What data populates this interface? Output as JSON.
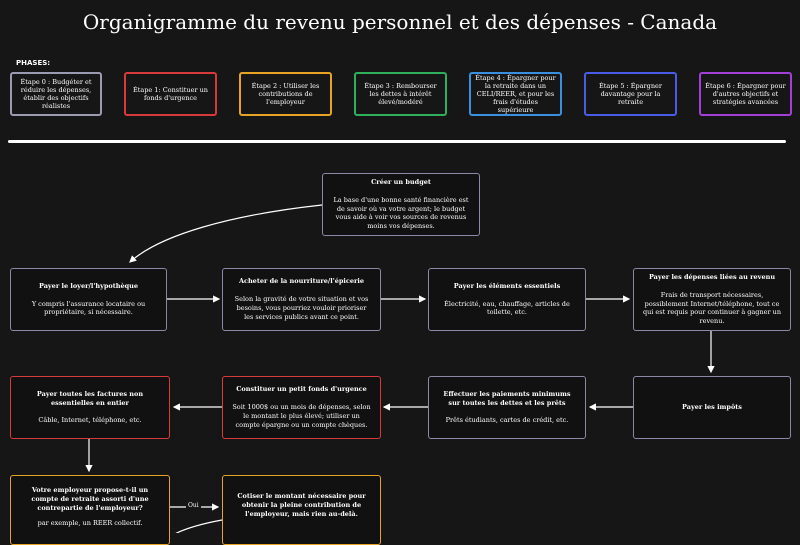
{
  "title": "Organigramme du revenu personnel et des dépenses - Canada",
  "phases_label": "PHASES:",
  "phases": [
    {
      "label": "Étape 0 : Budgéter et réduire les dépenses, établir des objectifs réalistes",
      "color": "#9a9ab0"
    },
    {
      "label": "Étape 1: Constituer un fonds d'urgence",
      "color": "#d8393a"
    },
    {
      "label": "Étape 2 : Utiliser les contributions de l'employeur",
      "color": "#e6a324"
    },
    {
      "label": "Étape 3 : Rembourser les dettes à intérêt élevé/modéré",
      "color": "#2fae5c"
    },
    {
      "label": "Étape 4 : Épargner pour la retraite dans un CELI/REER, et pour les frais d'études supérieure",
      "color": "#3a8fe0"
    },
    {
      "label": "Étape 5 : Épargner davantage pour la retraite",
      "color": "#4a5be6"
    },
    {
      "label": "Étape 6 : Épargner pour d'autres objectifs et stratégies avancées",
      "color": "#a23fd6"
    }
  ],
  "nodes": {
    "budget": {
      "title": "Créer un budget",
      "desc": "La base d'une bonne santé financière est de savoir où va votre argent; le budget vous aide à voir vos sources de revenus moins vos dépenses."
    },
    "rent": {
      "title": "Payer le loyer/l'hypothèque",
      "desc": "Y compris l'assurance locataire ou propriétaire, si nécessaire."
    },
    "food": {
      "title": "Acheter de la nourriture/l'épicerie",
      "desc": "Selon la gravité de votre situation et vos besoins, vous pourriez vouloir prioriser les services publics avant ce point."
    },
    "essentials": {
      "title": "Payer les éléments essentiels",
      "desc": "Électricité, eau, chauffage, articles de toilette, etc."
    },
    "income_expenses": {
      "title": "Payer les dépenses liées au revenu",
      "desc": "Frais de transport nécessaires, possiblement Internet/téléphone, tout ce qui est requis pour continuer à gagner un revenu."
    },
    "taxes": {
      "title": "Payer les impôts",
      "desc": ""
    },
    "min_payments": {
      "title": "Effectuer les paiements minimums sur toutes les dettes et les prêts",
      "desc": "Prêts étudiants, cartes de crédit, etc."
    },
    "emergency": {
      "title": "Constituer un petit fonds d'urgence",
      "desc": "Soit 1000$ ou un mois de dépenses, selon le montant le plus élevé; utiliser un compte épargne ou un compte chèques."
    },
    "nonessential": {
      "title": "Payer toutes les factures non essentielles en entier",
      "desc": "Câble, Internet, téléphone, etc."
    },
    "employer_q": {
      "title": "Votre employeur propose-t-il un compte de retraite assorti d'une contrepartie de l'employeur?",
      "desc": "par exemple, un REER collectif."
    },
    "contribute": {
      "title": "Cotiser le montant nécessaire pour obtenir la pleine contribution de l'employeur, mais rien au-delà.",
      "desc": ""
    }
  },
  "edge_labels": {
    "yes": "Oui"
  }
}
